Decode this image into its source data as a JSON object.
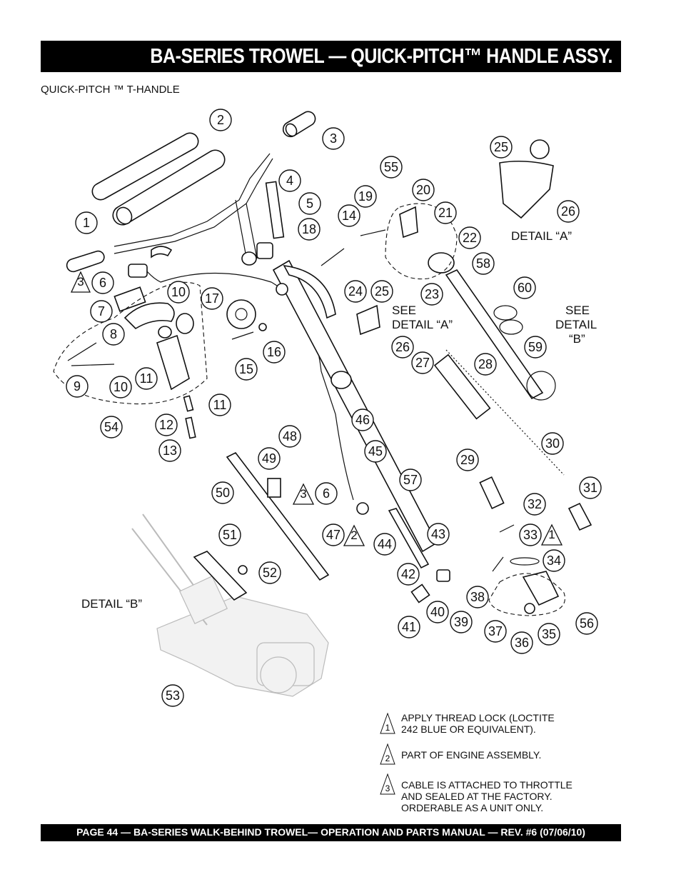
{
  "header": {
    "title": "BA-SERIES TROWEL — QUICK-PITCH™ HANDLE ASSY."
  },
  "subtitle": "QUICK-PITCH ™ T-HANDLE",
  "labels": {
    "detail_a_title": "DETAIL “A”",
    "see_detail_a_line1": "SEE",
    "see_detail_a_line2": "DETAIL “A”",
    "see_detail_b_line1": "SEE",
    "see_detail_b_line2": "DETAIL",
    "see_detail_b_line3": "“B”",
    "detail_b_title": "DETAIL “B”"
  },
  "callouts": [
    "1",
    "2",
    "3",
    "4",
    "5",
    "6",
    "7",
    "8",
    "9",
    "10",
    "10",
    "11",
    "11",
    "12",
    "13",
    "14",
    "15",
    "16",
    "17",
    "18",
    "19",
    "20",
    "21",
    "22",
    "23",
    "24",
    "25",
    "25",
    "26",
    "26",
    "27",
    "28",
    "29",
    "30",
    "31",
    "32",
    "33",
    "34",
    "35",
    "36",
    "37",
    "38",
    "39",
    "40",
    "41",
    "42",
    "43",
    "44",
    "45",
    "46",
    "47",
    "48",
    "49",
    "50",
    "51",
    "52",
    "53",
    "54",
    "55",
    "56",
    "57",
    "58",
    "59",
    "60",
    "6"
  ],
  "triangle_marks": {
    "t3a": "3",
    "t3b": "3",
    "t2": "2",
    "t1": "1"
  },
  "notes": [
    {
      "mark": "1",
      "text": "APPLY THREAD LOCK (LOCTITE\n242 BLUE OR EQUIVALENT)."
    },
    {
      "mark": "2",
      "text": "PART OF ENGINE ASSEMBLY."
    },
    {
      "mark": "3",
      "text": "CABLE IS ATTACHED TO THROTTLE\nAND SEALED AT THE FACTORY.\nORDERABLE AS A UNIT ONLY."
    }
  ],
  "footer": {
    "text": "PAGE 44 — BA-SERIES  WALK-BEHIND TROWEL— OPERATION AND PARTS MANUAL — REV. #6 (07/06/10)"
  }
}
